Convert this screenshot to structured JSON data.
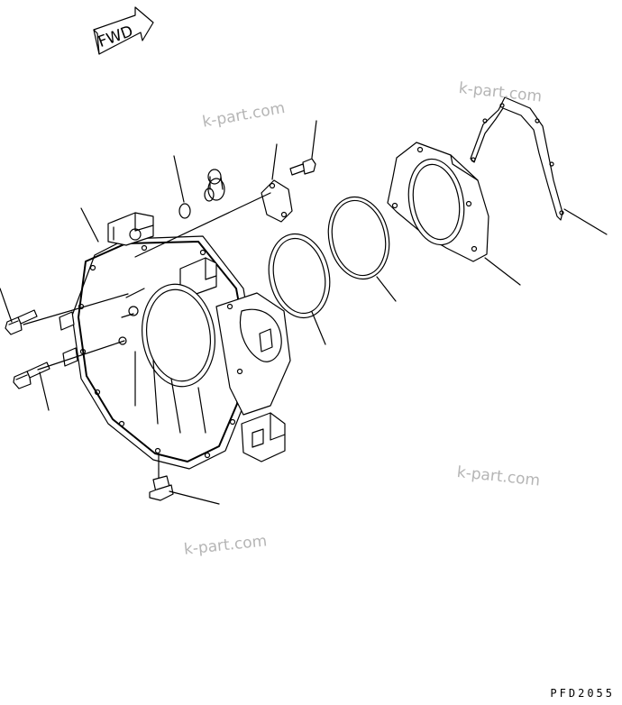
{
  "fwd_label": "FWD",
  "watermark": "k-part.com",
  "drawing_code": "PFD2055",
  "colors": {
    "line": "#000000",
    "watermark": "#b5b5b5",
    "background": "#ffffff"
  }
}
